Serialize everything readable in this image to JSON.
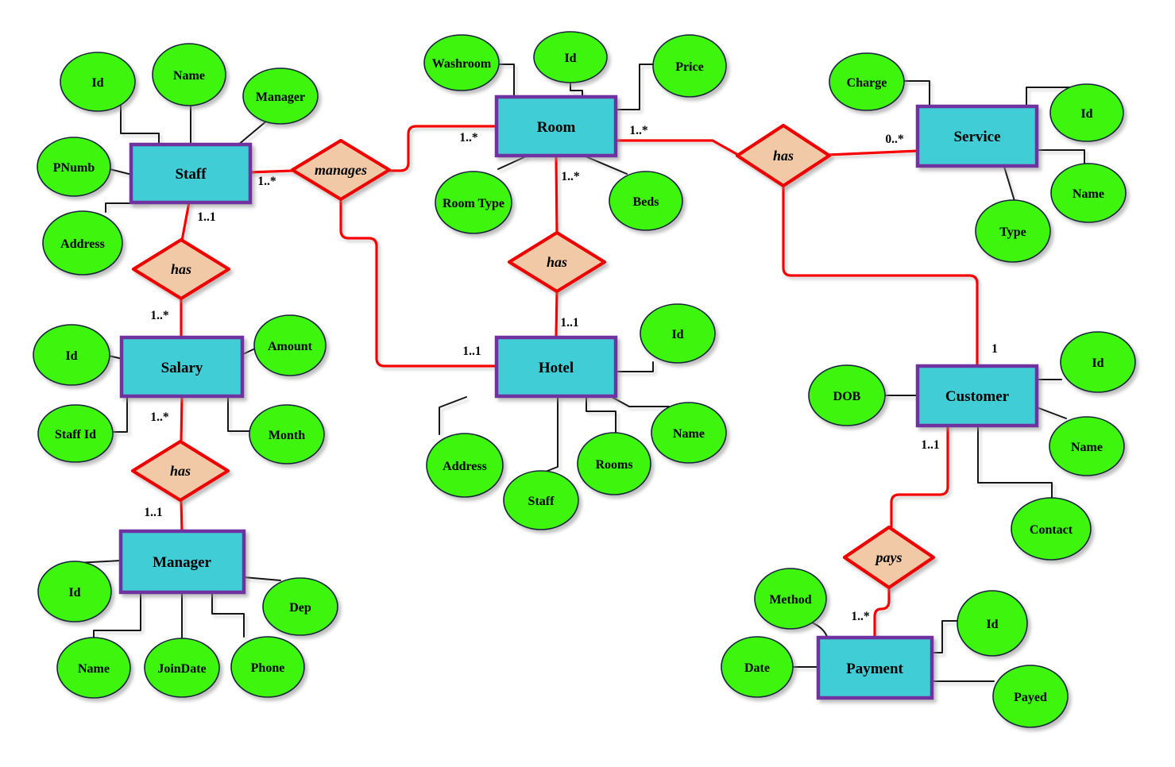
{
  "colors": {
    "background": "#FFFFFF",
    "entity_fill": "#3FCDD6",
    "entity_border": "#7030A0",
    "attribute_fill": "#3CF50A",
    "attribute_border": "#16213A",
    "relationship_fill": "#F2C9A6",
    "relationship_border": "#EE0000",
    "relationship_line": "#F90000",
    "attribute_line": "#141414",
    "text": "#000000"
  },
  "entities": {
    "staff": {
      "label": "Staff",
      "attributes": {
        "id": "Id",
        "name": "Name",
        "manager": "Manager",
        "pnumb": "PNumb",
        "address": "Address"
      }
    },
    "room": {
      "label": "Room",
      "attributes": {
        "washroom": "Washroom",
        "id": "Id",
        "price": "Price",
        "room_type": "Room Type",
        "beds": "Beds"
      }
    },
    "service": {
      "label": "Service",
      "attributes": {
        "charge": "Charge",
        "id": "Id",
        "name": "Name",
        "type": "Type"
      }
    },
    "salary": {
      "label": "Salary",
      "attributes": {
        "id": "Id",
        "amount": "Amount",
        "staff_id": "Staff Id",
        "month": "Month"
      }
    },
    "hotel": {
      "label": "Hotel",
      "attributes": {
        "id": "Id",
        "address": "Address",
        "staff": "Staff",
        "rooms": "Rooms",
        "name": "Name"
      }
    },
    "customer": {
      "label": "Customer",
      "attributes": {
        "dob": "DOB",
        "id": "Id",
        "name": "Name",
        "contact": "Contact"
      }
    },
    "manager": {
      "label": "Manager",
      "attributes": {
        "id": "Id",
        "name": "Name",
        "join_date": "JoinDate",
        "phone": "Phone",
        "dep": "Dep"
      }
    },
    "payment": {
      "label": "Payment",
      "attributes": {
        "method": "Method",
        "date": "Date",
        "id": "Id",
        "payed": "Payed"
      }
    }
  },
  "relationships": {
    "manages": {
      "label": "manages",
      "cardinalities": {
        "staff": "1..*",
        "room": "1..*",
        "hotel": "1..1"
      }
    },
    "staff_has_salary": {
      "label": "has",
      "cardinalities": {
        "staff": "1..1",
        "salary": "1..*"
      }
    },
    "salary_has_manager": {
      "label": "has",
      "cardinalities": {
        "salary": "1..*",
        "manager": "1..1"
      }
    },
    "room_has_hotel": {
      "label": "has",
      "cardinalities": {
        "room": "1..*",
        "hotel": "1..1"
      }
    },
    "room_has_service": {
      "label": "has",
      "cardinalities": {
        "room": "1..*",
        "service": "0..*",
        "customer": "1"
      }
    },
    "customer_pays_payment": {
      "label": "pays",
      "cardinalities": {
        "customer": "1..1",
        "payment": "1..*"
      }
    }
  }
}
